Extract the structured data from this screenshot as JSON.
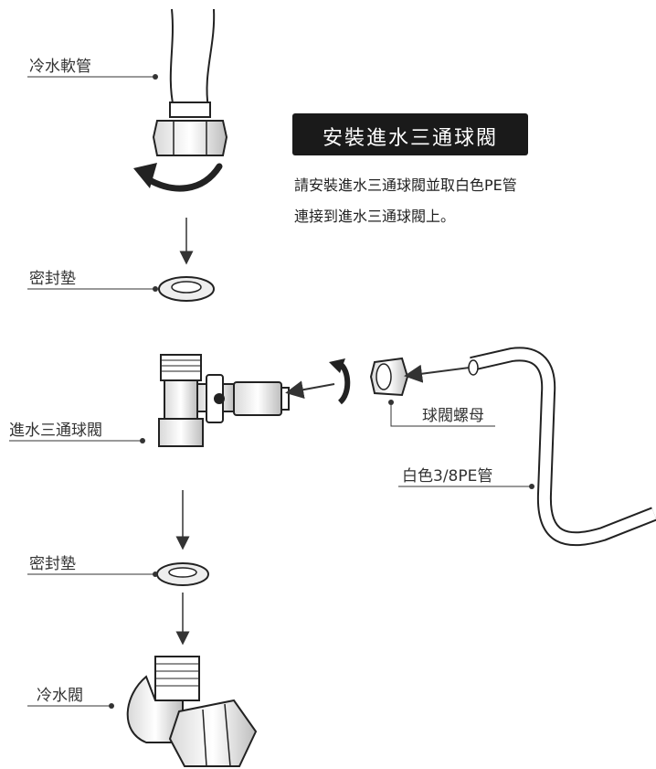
{
  "title": "安裝進水三通球閥",
  "description": {
    "line1": "請安裝進水三通球閥並取白色PE管",
    "line2": "連接到進水三通球閥上。"
  },
  "labels": {
    "cold_hose": "冷水軟管",
    "gasket_top": "密封墊",
    "tee_valve": "進水三通球閥",
    "ball_nut": "球閥螺母",
    "pe_tube": "白色3/8PE管",
    "gasket_bottom": "密封墊",
    "cold_valve": "冷水閥"
  },
  "colors": {
    "ink": "#222222",
    "title_bg": "#1a1a1a"
  }
}
